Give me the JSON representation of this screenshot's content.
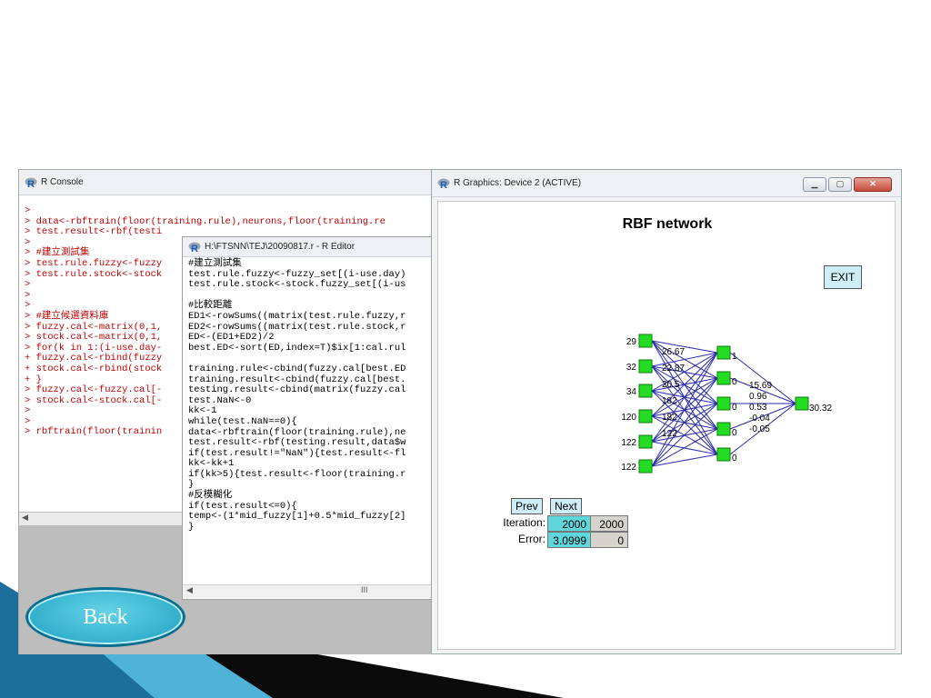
{
  "console": {
    "title": "R Console",
    "lines": [
      ">",
      "> data<-rbftrain(floor(training.rule),neurons,floor(training.re",
      "> test.result<-rbf(testi",
      ">",
      "> #建立測試集",
      "> test.rule.fuzzy<-fuzzy",
      "> test.rule.stock<-stock",
      ">",
      ">",
      ">",
      "> #建立候選資料庫",
      "> fuzzy.cal<-matrix(0,1,",
      "> stock.cal<-matrix(0,1,",
      "> for(k in 1:(i-use.day-",
      "+ fuzzy.cal<-rbind(fuzzy",
      "+ stock.cal<-rbind(stock",
      "+ }",
      "> fuzzy.cal<-fuzzy.cal[-",
      "> stock.cal<-stock.cal[-",
      ">",
      ">",
      "> rbftrain(floor(trainin"
    ]
  },
  "editor": {
    "title": "H:\\FTSNN\\TEJ\\20090817.r - R Editor",
    "lines": [
      "#建立測試集",
      "test.rule.fuzzy<-fuzzy_set[(i-use.day)",
      "test.rule.stock<-stock.fuzzy_set[(i-us",
      "",
      "#比較距離",
      "ED1<-rowSums((matrix(test.rule.fuzzy,r",
      "ED2<-rowSums((matrix(test.rule.stock,r",
      "ED<-(ED1+ED2)/2",
      "best.ED<-sort(ED,index=T)$ix[1:cal.rul",
      "",
      "training.rule<-cbind(fuzzy.cal[best.ED",
      "training.result<-cbind(fuzzy.cal[best.",
      "testing.result<-cbind(matrix(fuzzy.cal",
      "test.NaN<-0",
      "kk<-1",
      "while(test.NaN==0){",
      "data<-rbftrain(floor(training.rule),ne",
      "test.result<-rbf(testing.result,data$w",
      "if(test.result!=\"NaN\"){test.result<-fl",
      "kk<-kk+1",
      "if(kk>5){test.result<-floor(training.r",
      "}",
      "#反模糊化",
      "if(test.result<=0){",
      "temp<-(1*mid_fuzzy[1]+0.5*mid_fuzzy[2]",
      "}"
    ],
    "scroll_mark": "III"
  },
  "graphics": {
    "title": "R Graphics: Device 2 (ACTIVE)",
    "plot_title": "RBF network",
    "exit_label": "EXIT",
    "prev_label": "Prev",
    "next_label": "Next",
    "iteration_label": "Iteration:",
    "error_label": "Error:",
    "iteration_value": "2000",
    "iteration_max": "2000",
    "error_value": "3.0999",
    "error_target": "0",
    "input_labels": [
      "29",
      "32",
      "34",
      "120",
      "122",
      "122"
    ],
    "hidden_labels": [
      "1",
      "0",
      "0",
      "0",
      "0"
    ],
    "weight_labels_right": [
      "15.69",
      "0.96",
      "0.53",
      "-0.04",
      "-0.05"
    ],
    "cluster_labels": [
      "26.67",
      "22.87",
      "20.5",
      "182",
      "182",
      "122"
    ],
    "output_label": "30.32",
    "node_color": "#22dd22"
  },
  "back_label": "Back"
}
